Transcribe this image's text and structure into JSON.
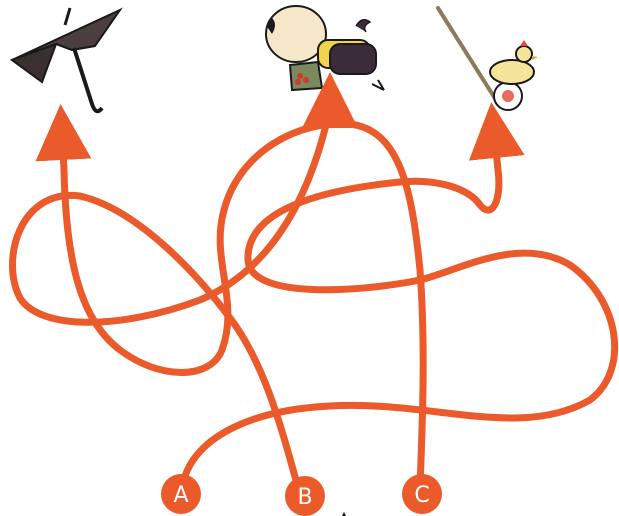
{
  "puzzle": {
    "type": "maze-lines",
    "path_color": "#EB5A2A",
    "start_labels": [
      {
        "id": "A",
        "text": "A"
      },
      {
        "id": "B",
        "text": "B"
      },
      {
        "id": "C",
        "text": "C"
      }
    ],
    "targets": [
      {
        "id": "umbrella",
        "icon": "umbrella-icon"
      },
      {
        "id": "boy",
        "icon": "boy-with-bag-icon"
      },
      {
        "id": "toy",
        "icon": "chick-push-toy-icon"
      }
    ]
  }
}
